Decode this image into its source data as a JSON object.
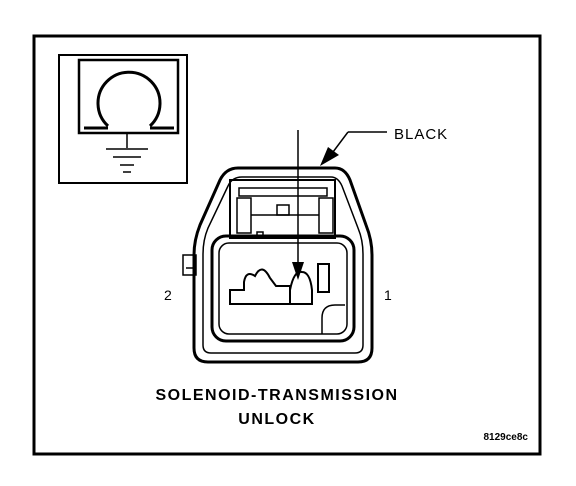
{
  "diagram": {
    "wire_color_label": "BLACK",
    "pin_left_label": "2",
    "pin_right_label": "1",
    "title_line1": "SOLENOID-TRANSMISSION",
    "title_line2": "UNLOCK",
    "figure_code": "8129ce8c"
  },
  "colors": {
    "ink": "#000000",
    "paper": "#ffffff"
  },
  "icons": {
    "inset": "solenoid-coil-ground-symbol",
    "pointer": "arrow-icon"
  }
}
